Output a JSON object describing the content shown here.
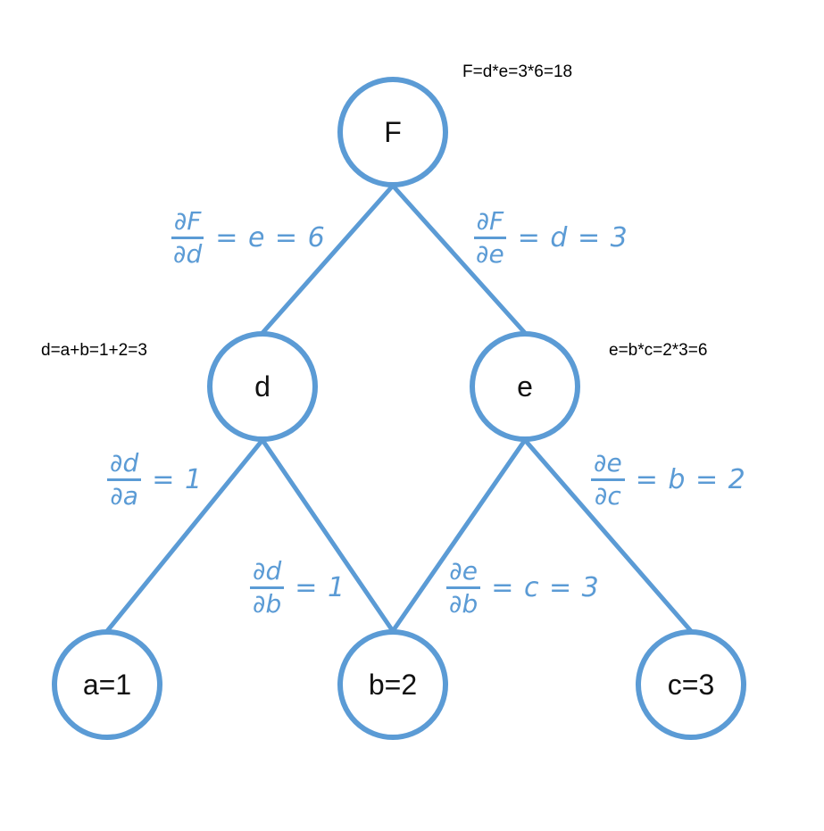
{
  "colors": {
    "accent": "#5b9bd5",
    "text": "#000000",
    "background": "#ffffff"
  },
  "nodes": {
    "F": "F",
    "d": "d",
    "e": "e",
    "a": "a=1",
    "b": "b=2",
    "c": "c=3"
  },
  "notes": {
    "F": "F=d*e=3*6=18",
    "d": "d=a+b=1+2=3",
    "e": "e=b*c=2*3=6"
  },
  "derivatives": {
    "dF_dd": {
      "num": "∂F",
      "den": "∂d",
      "rhs": "= e = 6"
    },
    "dF_de": {
      "num": "∂F",
      "den": "∂e",
      "rhs": "= d = 3"
    },
    "dd_da": {
      "num": "∂d",
      "den": "∂a",
      "rhs": "= 1"
    },
    "dd_db": {
      "num": "∂d",
      "den": "∂b",
      "rhs": "= 1"
    },
    "de_db": {
      "num": "∂e",
      "den": "∂b",
      "rhs": "= c = 3"
    },
    "de_dc": {
      "num": "∂e",
      "den": "∂c",
      "rhs": "= b = 2"
    }
  }
}
